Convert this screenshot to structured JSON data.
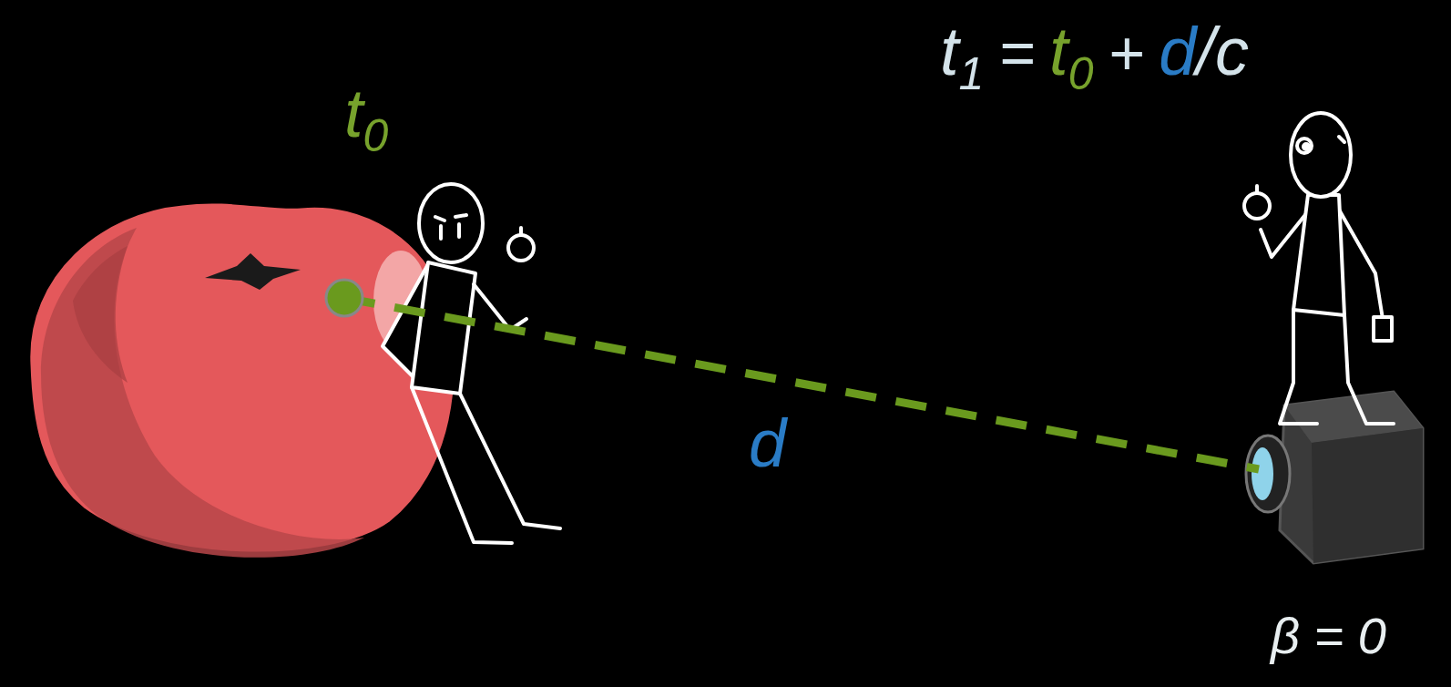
{
  "diagram": {
    "labels": [
      "t",
      "0",
      "t",
      "1",
      "=",
      "t",
      "0",
      "+",
      "d",
      "/c",
      "d",
      "β = 0"
    ]
  }
}
